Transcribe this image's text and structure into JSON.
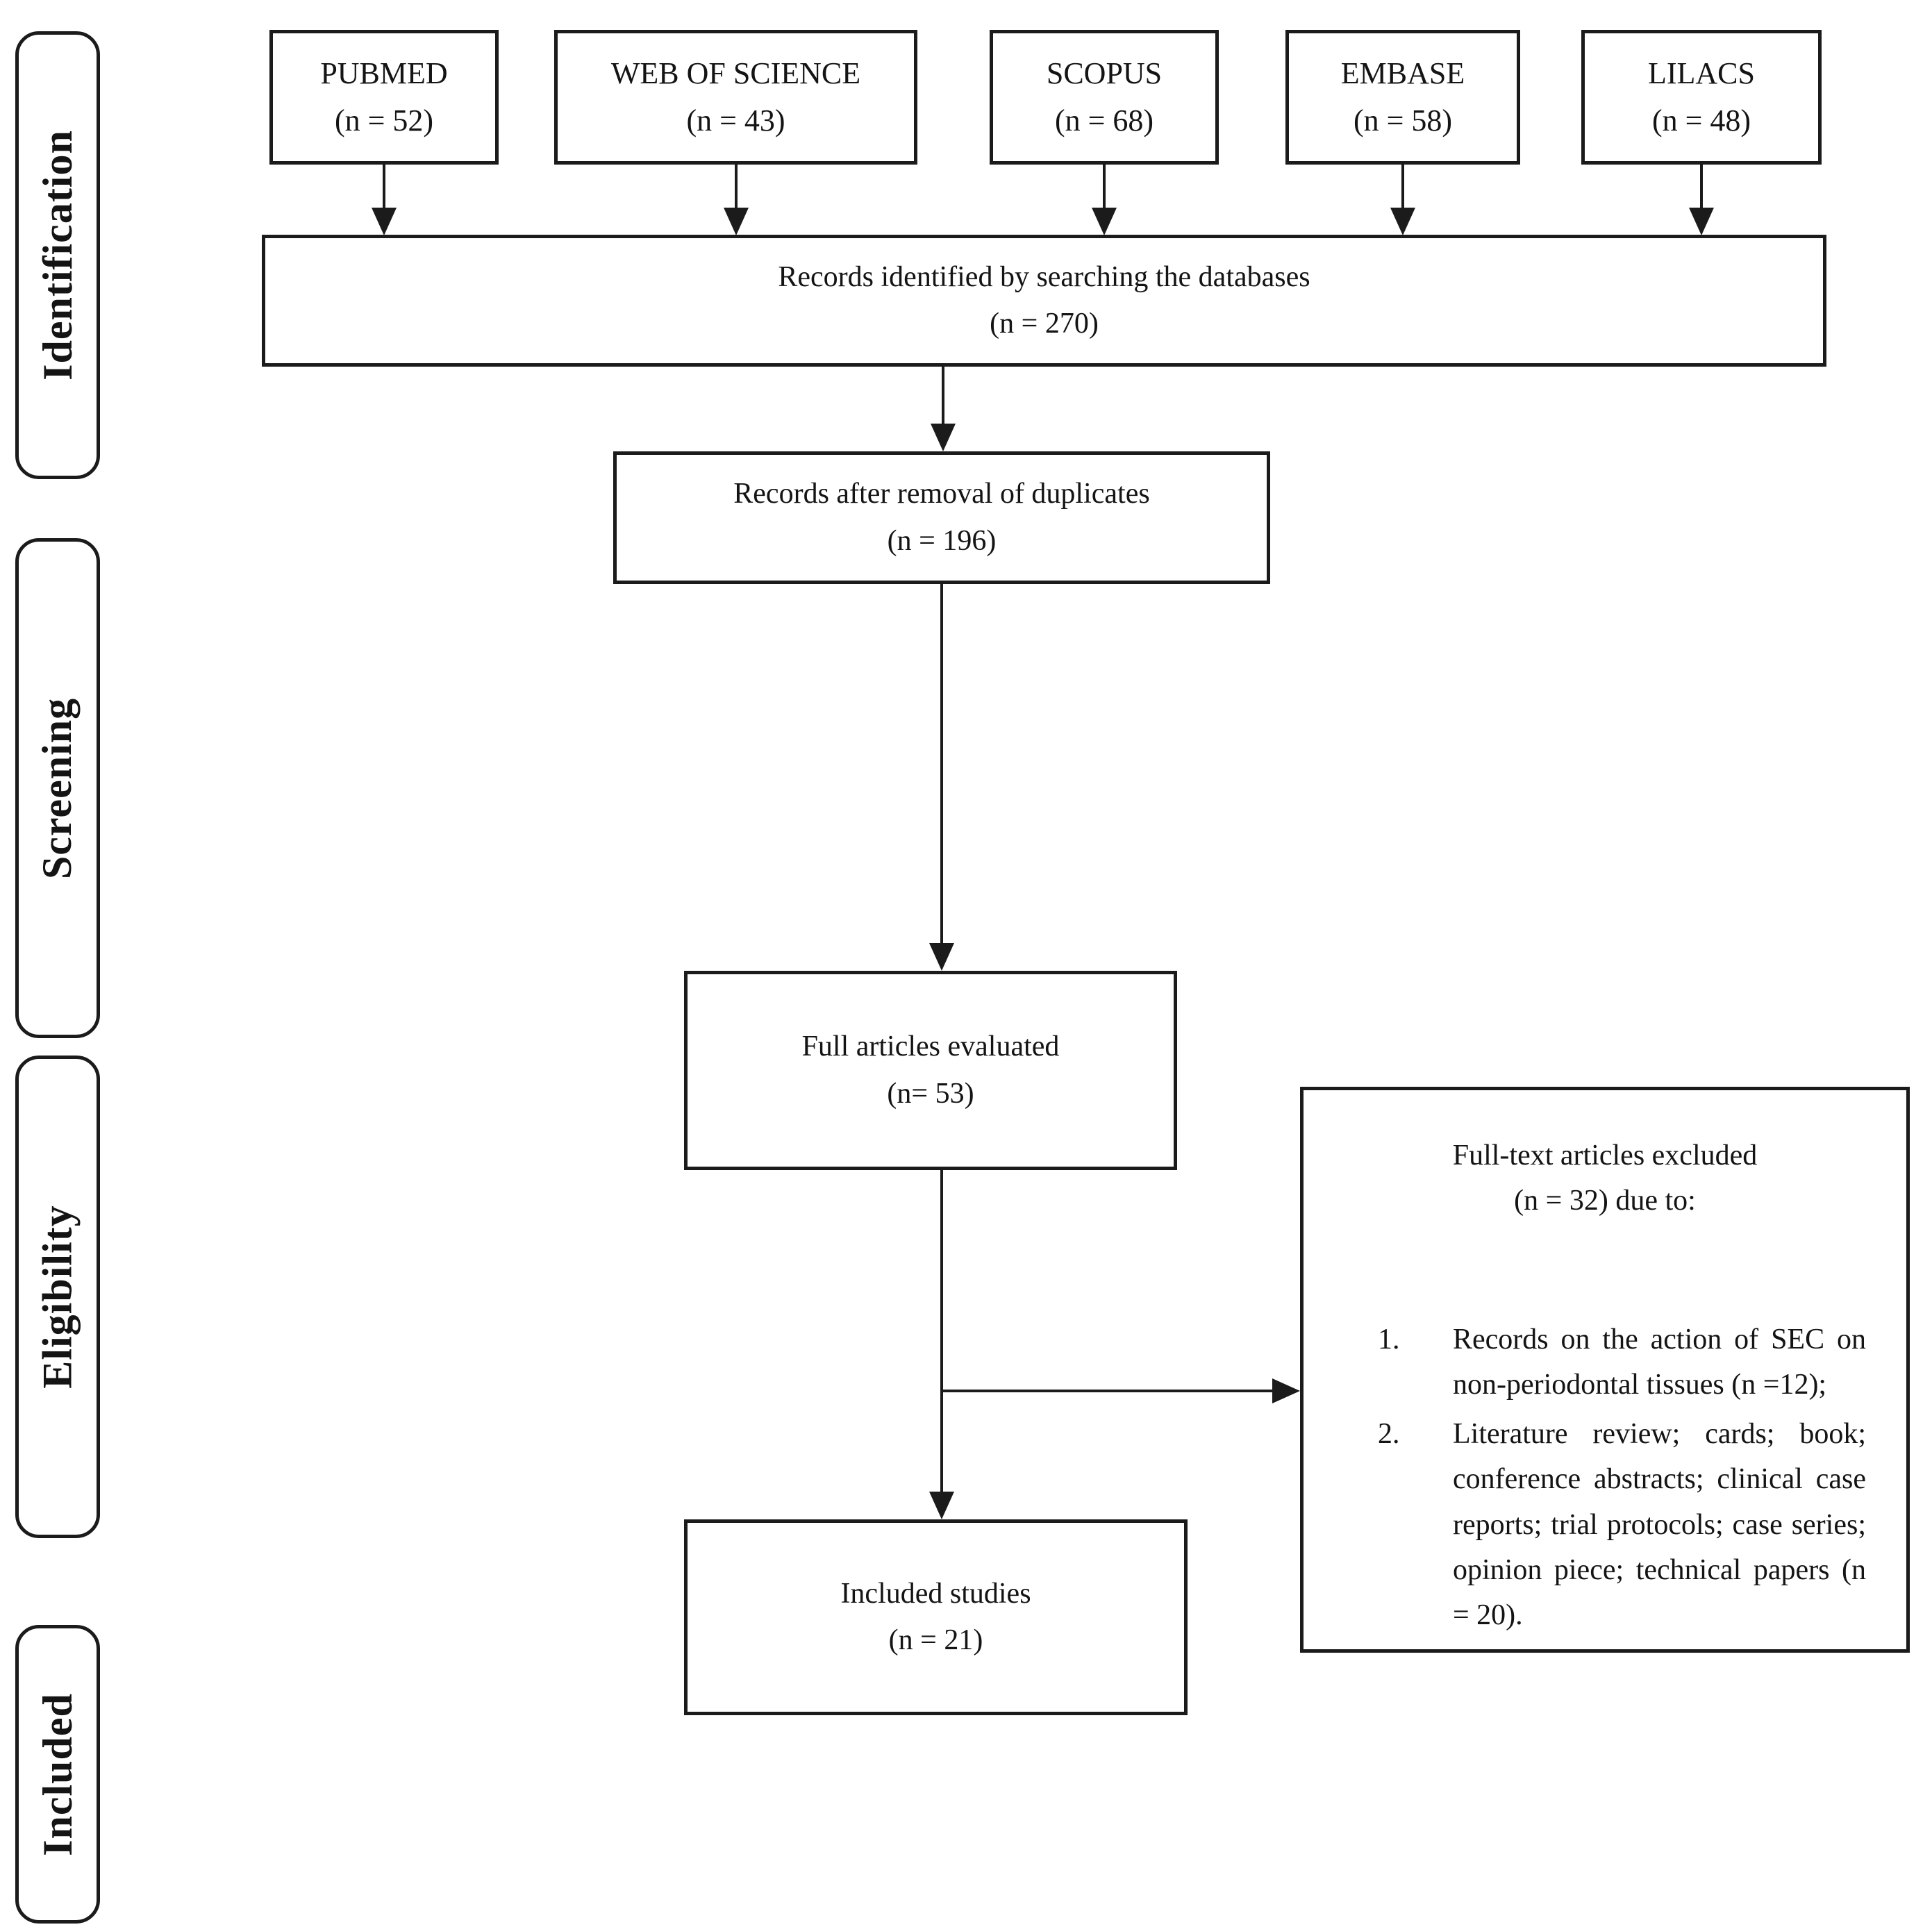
{
  "page": {
    "background": "#ffffff",
    "ink": "#1b1b1b"
  },
  "stages": [
    {
      "label": "Identification"
    },
    {
      "label": "Screening"
    },
    {
      "label": "Eligibility"
    },
    {
      "label": "Included"
    }
  ],
  "sources": [
    {
      "name": "PUBMED",
      "count": "(n = 52)"
    },
    {
      "name": "WEB OF SCIENCE",
      "count": "(n = 43)"
    },
    {
      "name": "SCOPUS",
      "count": "(n = 68)"
    },
    {
      "name": "EMBASE",
      "count": "(n = 58)"
    },
    {
      "name": "LILACS",
      "count": "(n = 48)"
    }
  ],
  "nodes": {
    "identified": {
      "label": "Records identified by searching the databases",
      "count": "(n = 270)"
    },
    "deduplicated": {
      "label": "Records after removal of duplicates",
      "count": "(n = 196)"
    },
    "evaluated": {
      "label": "Full articles evaluated",
      "count": "(n= 53)"
    },
    "included": {
      "label": "Included studies",
      "count": "(n = 21)"
    },
    "excluded": {
      "title": "Full-text articles excluded",
      "subtitle": "(n = 32) due to:",
      "items": [
        "Records on the action of SEC on non-periodontal tissues (n =12);",
        "Literature review; cards; book; conference abstracts; clinical case reports; trial protocols; case series; opinion piece; technical papers (n = 20)."
      ]
    }
  }
}
